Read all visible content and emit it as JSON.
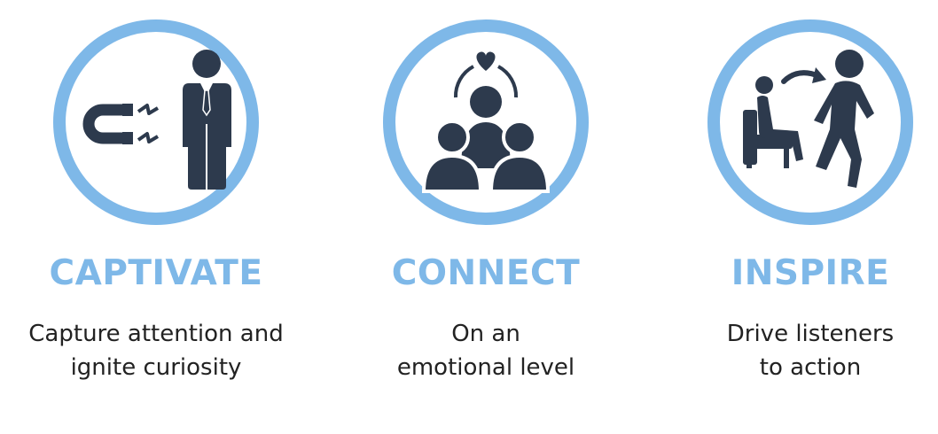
{
  "colors": {
    "ring": "#7eb8e8",
    "icon": "#2d3a4d",
    "title": "#7eb8e8",
    "text": "#222222"
  },
  "items": [
    {
      "icon": "magnet-person-icon",
      "title": "CAPTIVATE",
      "line1": "Capture attention and",
      "line2": "ignite curiosity"
    },
    {
      "icon": "connected-people-icon",
      "title": "CONNECT",
      "line1": "On an",
      "line2": "emotional level"
    },
    {
      "icon": "person-rising-icon",
      "title": "INSPIRE",
      "line1": "Drive listeners",
      "line2": "to action"
    }
  ]
}
